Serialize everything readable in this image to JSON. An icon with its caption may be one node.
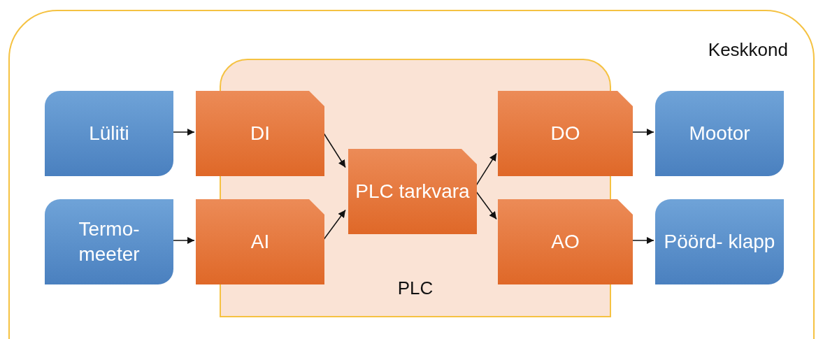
{
  "diagram": {
    "nodes": [
      {
        "text": [
          "Keskkond"
        ]
      },
      {
        "text": [
          "PLC"
        ],
        "in": 0
      },
      {
        "text": [
          "Lüliti"
        ],
        "in": 0
      },
      {
        "text": [
          "DI"
        ],
        "in": 0
      },
      {
        "text": [
          "PLC tarkvara"
        ],
        "in": 1
      },
      {
        "text": [
          "DO"
        ],
        "in": 0
      },
      {
        "text": [
          "Mootor"
        ],
        "in": 0
      },
      {
        "text": [
          "Termo- meeter"
        ],
        "in": 0
      },
      {
        "text": [
          "AI"
        ],
        "in": 0
      },
      {
        "text": [
          "AO"
        ],
        "in": 0
      },
      {
        "text": [
          "Pöörd- klapp"
        ],
        "in": 0
      }
    ],
    "edges": [
      {
        "from": 2,
        "to": 3,
        "arrow": "to"
      },
      {
        "from": 7,
        "to": 8,
        "arrow": "to"
      },
      {
        "from": 3,
        "to": 4,
        "arrow": "to"
      },
      {
        "from": 8,
        "to": 4,
        "arrow": "to"
      },
      {
        "from": 4,
        "to": 5,
        "arrow": "to"
      },
      {
        "from": 4,
        "to": 9,
        "arrow": "to"
      },
      {
        "from": 5,
        "to": 6,
        "arrow": "to"
      },
      {
        "from": 9,
        "to": 10,
        "arrow": "to"
      }
    ]
  }
}
